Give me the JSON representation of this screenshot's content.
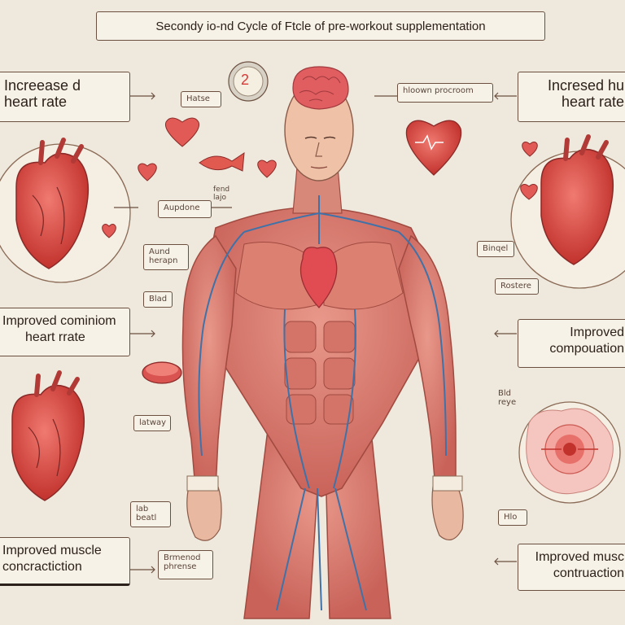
{
  "title": "Secondy io-nd Cycle of Ftcle of pre-workout supplementation",
  "badge_number": "2",
  "left": {
    "top_box": [
      "Increease d",
      "heart rate"
    ],
    "mid_box": [
      "Improved cominiom",
      "heart rrate"
    ],
    "bottom_box": [
      "Improved muscle",
      "concractiction"
    ]
  },
  "right": {
    "top_box": [
      "Incresed hu",
      "heart rate"
    ],
    "mid_box": [
      "Improved",
      "compouation"
    ],
    "bottom_box": [
      "Improved musc",
      "contruaction"
    ]
  },
  "small_labels": {
    "hatse": "Hatse",
    "hloown_procroom": "hloown procroom",
    "aupdone": "Aupdone",
    "aund_herapn": [
      "Aund",
      "herapn"
    ],
    "blad": "Blad",
    "binqel": "Binqel",
    "rostere": "Rostere",
    "latway": "latway",
    "lab_beatl": [
      "lab",
      "beatl"
    ],
    "brmenod_phrense": [
      "Brmenod",
      "phrense"
    ],
    "bld_reye": [
      "Bld",
      "reye"
    ],
    "hlo": "Hlo",
    "fend_lajo": [
      "fend",
      "lajo"
    ]
  },
  "colors": {
    "background": "#efe9dd",
    "muscle": "#d9776a",
    "muscle_dark": "#b4564a",
    "vessel_blue": "#3f72a8",
    "heart_red": "#d8463f",
    "box_border": "#6b5040"
  }
}
